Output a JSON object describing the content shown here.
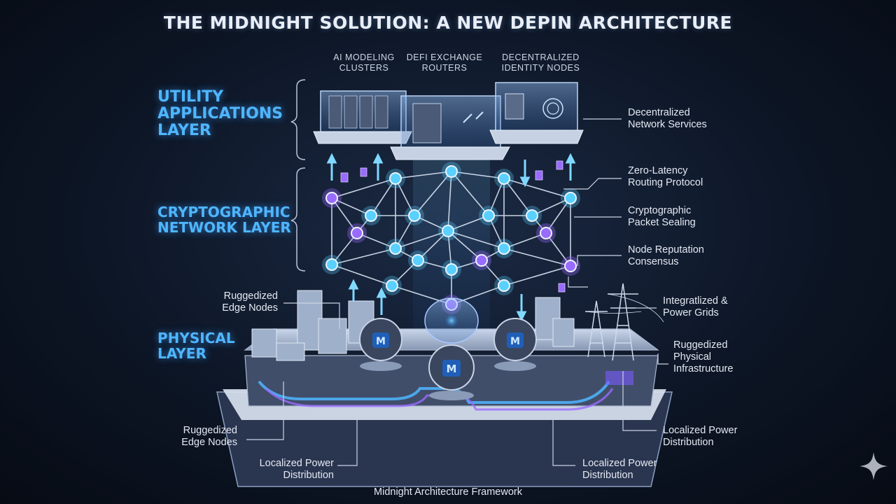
{
  "title": "THE MIDNIGHT SOLUTION: A NEW DEPIN ARCHITECTURE",
  "layers": {
    "utility": [
      "UTILITY",
      "APPLICATIONS",
      "LAYER"
    ],
    "network": [
      "CRYPTOGRAPHIC",
      "NETWORK LAYER"
    ],
    "physical": [
      "PHYSICAL",
      "LAYER"
    ]
  },
  "top_labels": {
    "ai": [
      "AI MODELING",
      "CLUSTERS"
    ],
    "defi": [
      "DEFI EXCHANGE",
      "ROUTERS"
    ],
    "identity": [
      "DECENTRALIZED",
      "IDENTITY NODES"
    ]
  },
  "annotations": {
    "services": [
      "Decentralized",
      "Network Services"
    ],
    "routing": [
      "Zero-Latency",
      "Routing Protocol"
    ],
    "sealing": [
      "Cryptographic",
      "Packet Sealing"
    ],
    "reputation": [
      "Node Reputation",
      "Consensus"
    ],
    "grids": [
      "Integratlized &",
      "Power Grids"
    ],
    "infra": [
      "Ruggedized",
      "Physical",
      "Infrastructure"
    ],
    "power_right": [
      "Localized Power",
      "Distribution"
    ],
    "power_bottom_right": [
      "Localized Power",
      "Distribution"
    ],
    "power_bottom_left": [
      "Localized Power",
      "Distribution"
    ],
    "edge_top": [
      "Ruggedized",
      "Edge Nodes"
    ],
    "edge_bottom": [
      "Ruggedized",
      "Edge Nodes"
    ]
  },
  "footer": "Midnight Architecture Framework",
  "colors": {
    "accent_blue": "#4fb6ff",
    "node_cyan": "#5ad0ff",
    "node_purple": "#9a6bff",
    "background": "#0d1626"
  },
  "icons": [
    "server-rack-icon",
    "fingerprint-icon",
    "id-card-icon",
    "document-icon",
    "sparkle-icon",
    "pod-logo-icon"
  ]
}
